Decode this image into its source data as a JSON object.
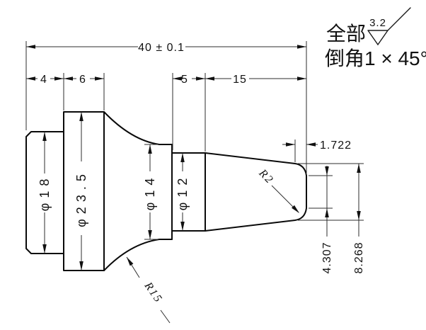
{
  "notes": {
    "scope": "全部",
    "roughness": "3.2",
    "chamfer": "倒角1 × 45°"
  },
  "dims": {
    "overall": "40 ± 0.1",
    "len_a": "4",
    "len_b": "6",
    "len_c": "5",
    "len_d": "15",
    "dia_18": "φ18",
    "dia_235": "φ23.5",
    "dia_14": "φ14",
    "dia_12": "φ12",
    "tip_offset": "1.722",
    "tip_face": "4.307",
    "tip_span": "8.268",
    "fillet_radius": "R15",
    "tip_radius": "R2"
  }
}
